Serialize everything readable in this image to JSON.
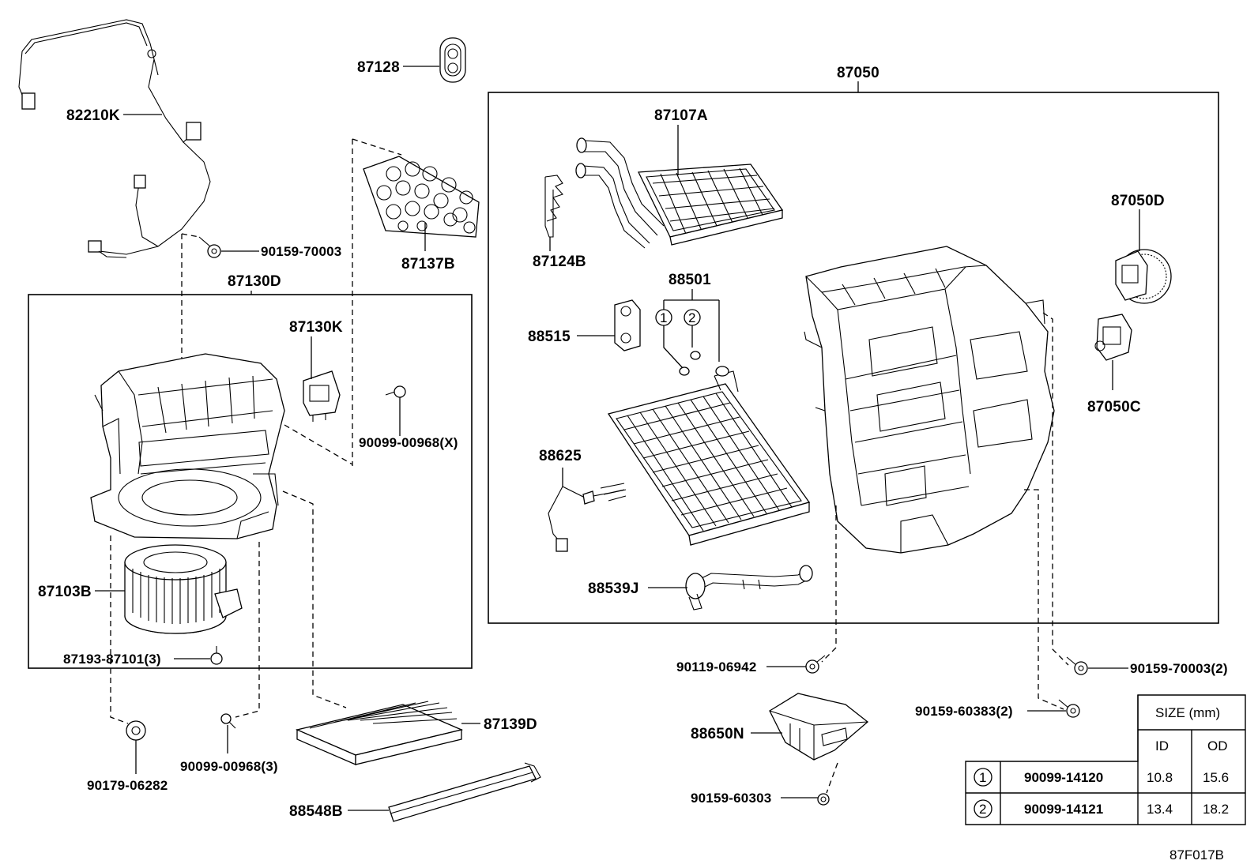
{
  "labels": {
    "p82210K": "82210K",
    "p87128": "87128",
    "p87050": "87050",
    "p87107A": "87107A",
    "p87050D": "87050D",
    "p87124B": "87124B",
    "p90159_70003": "90159-70003",
    "p87137B": "87137B",
    "p87130D": "87130D",
    "p88501": "88501",
    "p87130K": "87130K",
    "p88515": "88515",
    "p87050C": "87050C",
    "p90099_00968X": "90099-00968(X)",
    "p88625": "88625",
    "p87103B": "87103B",
    "p88539J": "88539J",
    "p87193_87101": "87193-87101(3)",
    "p90119_06942": "90119-06942",
    "p90159_70003_2": "90159-70003(2)",
    "p90159_60383": "90159-60383(2)",
    "p87139D": "87139D",
    "p88650N": "88650N",
    "p90179_06282": "90179-06282",
    "p90099_00968_3": "90099-00968(3)",
    "p90159_60303": "90159-60303",
    "p88548B": "88548B",
    "callout1": "1",
    "callout2": "2"
  },
  "size_table": {
    "header": "SIZE (mm)",
    "col_id": "ID",
    "col_od": "OD",
    "rows": [
      {
        "ref": "1",
        "part": "90099-14120",
        "id": "10.8",
        "od": "15.6"
      },
      {
        "ref": "2",
        "part": "90099-14121",
        "id": "13.4",
        "od": "18.2"
      }
    ]
  },
  "figure_code": "87F017B"
}
